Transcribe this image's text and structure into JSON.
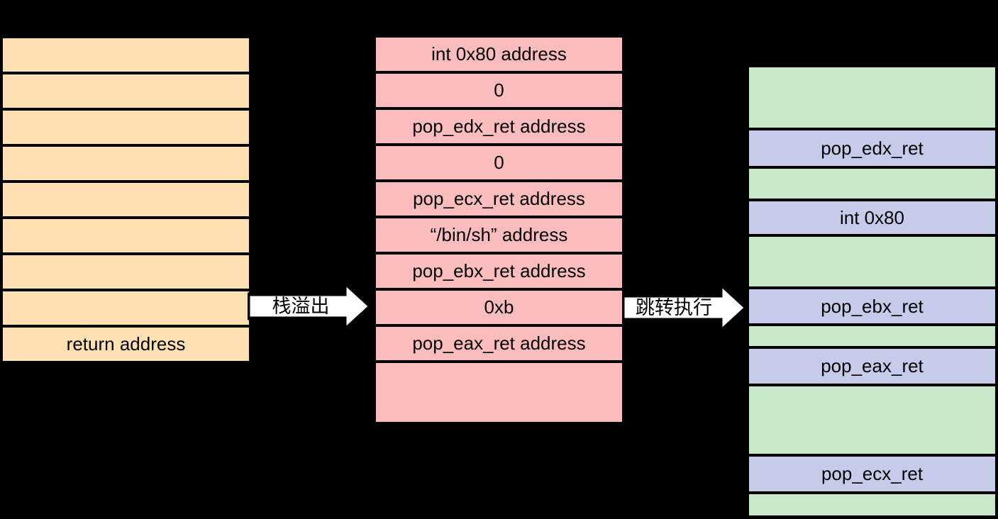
{
  "canvas": {
    "bg": "#000000"
  },
  "colors": {
    "canvas_bg": "#000000",
    "stack_fill": "#FFE0B2",
    "rop_fill": "#FBBCBD",
    "memory_fill": "#C9E7CA",
    "gadget_fill": "#C6CBE9",
    "arrow_fill": "#FFFFFF",
    "outline": "#000000",
    "text": "#000000"
  },
  "left_stack": {
    "rows": [
      "",
      "",
      "",
      "",
      "",
      "",
      "",
      "",
      "return address"
    ]
  },
  "rop_chain": {
    "rows": [
      "int 0x80 address",
      "0",
      "pop_edx_ret address",
      "0",
      "pop_ecx_ret address",
      "“/bin/sh” address",
      "pop_ebx_ret address",
      "0xb",
      "pop_eax_ret address",
      ""
    ]
  },
  "memory": {
    "rows": [
      {
        "label": "",
        "kind": "plain"
      },
      {
        "label": "pop_edx_ret",
        "kind": "gadget"
      },
      {
        "label": "",
        "kind": "plain"
      },
      {
        "label": "int 0x80",
        "kind": "gadget"
      },
      {
        "label": "",
        "kind": "plain"
      },
      {
        "label": "pop_ebx_ret",
        "kind": "gadget"
      },
      {
        "label": "",
        "kind": "plain"
      },
      {
        "label": "pop_eax_ret",
        "kind": "gadget"
      },
      {
        "label": "",
        "kind": "plain"
      },
      {
        "label": "pop_ecx_ret",
        "kind": "gadget"
      },
      {
        "label": "",
        "kind": "plain"
      }
    ]
  },
  "arrows": {
    "overflow": {
      "label": "栈溢出"
    },
    "jump": {
      "label": "跳转执行"
    }
  }
}
